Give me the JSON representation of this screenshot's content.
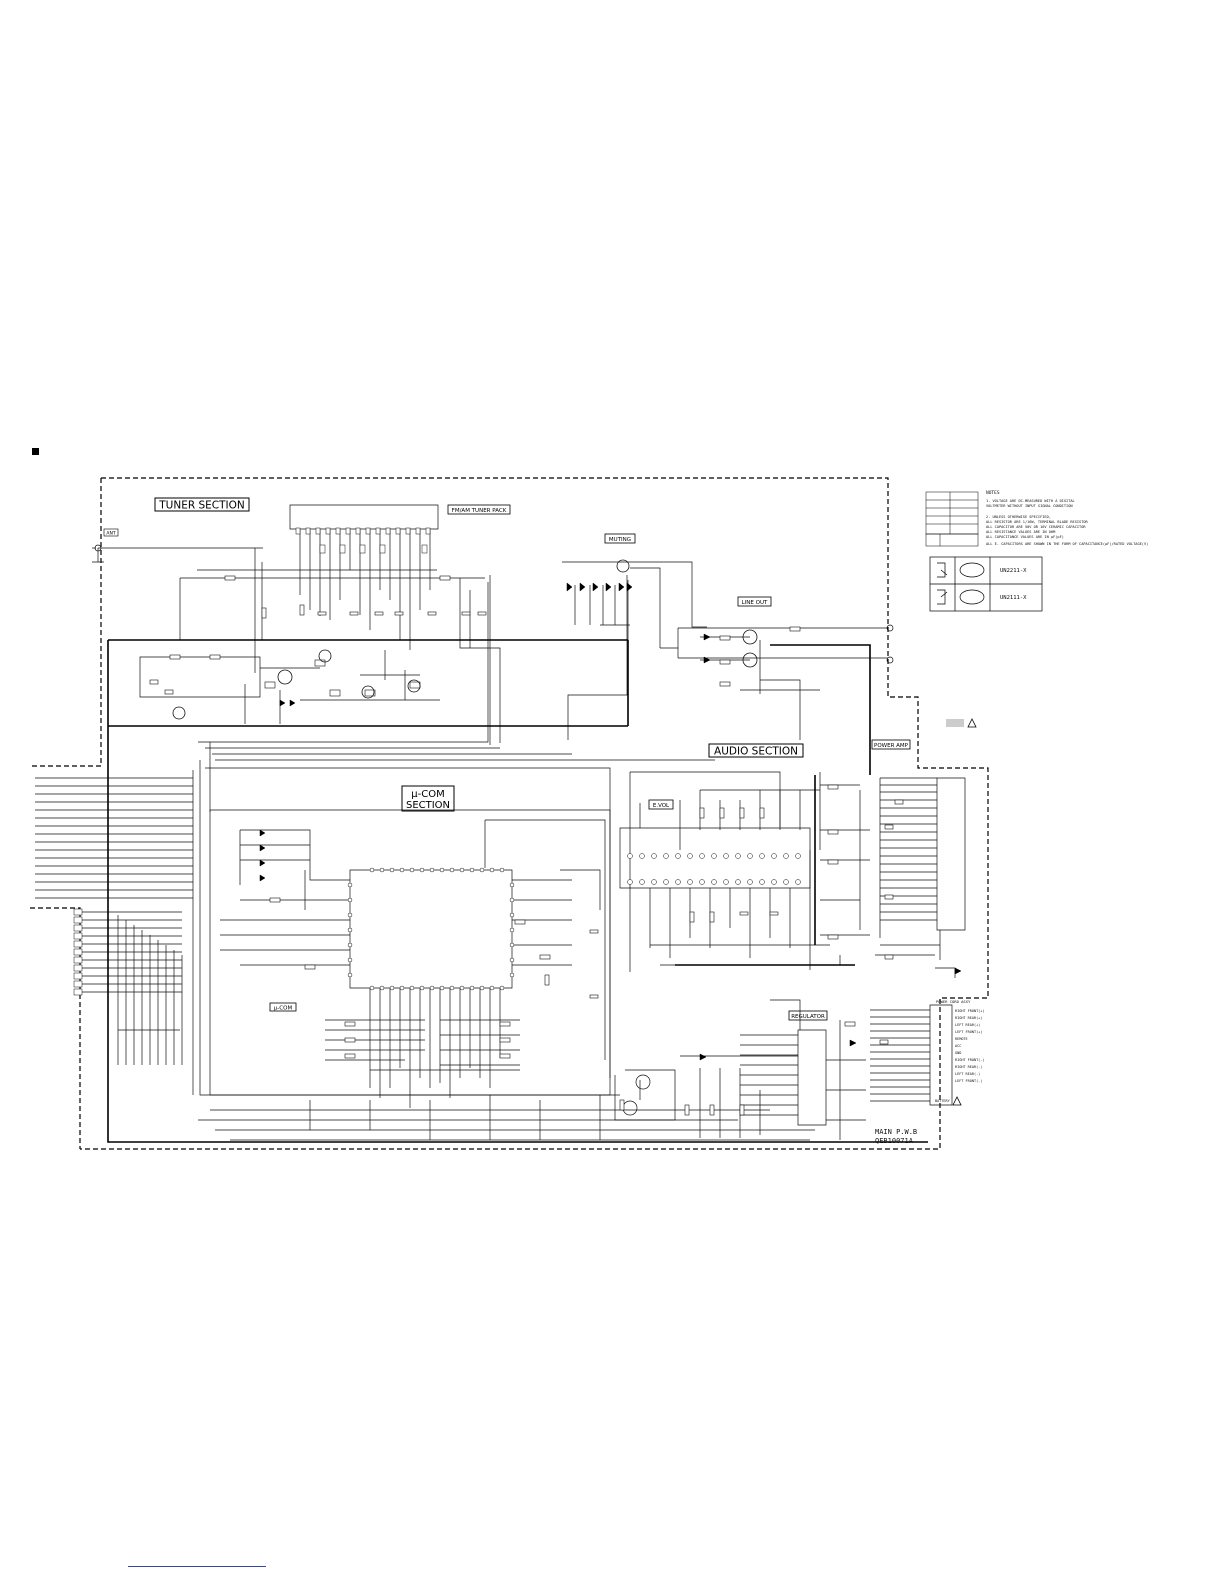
{
  "sections": {
    "tuner": "TUNER SECTION",
    "tuner_pack": "FM/AM TUNER PACK",
    "muting": "MUTING",
    "line_out": "LINE OUT",
    "audio": "AUDIO SECTION",
    "power_amp": "POWER AMP",
    "ucom_line1": "μ-COM",
    "ucom_line2": "SECTION",
    "evol": "E.VOL",
    "ucom_small": "μ-COM",
    "regulator": "REGULATOR",
    "ant": "ANT"
  },
  "notes": {
    "title": "NOTES",
    "lines": [
      "1. VOLTAGE ARE DC-MEASURED WITH A DIGITAL",
      "   VOLTMETER WITHOUT INPUT SIGNAL CONDITION",
      "2. UNLESS OTHERWISE SPECIFIED,",
      "   ALL RESISTOR ARE 1/16W, TERMINAL BLADE RESISTOR",
      "   ALL CAPACITOR ARE 50V OR 16V CERAMIC CAPACITOR",
      "   ALL RESISTANCE VALUES ARE IN OHM",
      "   ALL CAPACITANCE VALUES ARE IN μF(pF)",
      "   ALL E. CAPACITORS ARE SHOWN IN THE FORM OF CAPACITANCE(μF)/RATED VOLTAGE(V)"
    ]
  },
  "transistors": {
    "type_a": "UN2211-X",
    "type_b": "UN2111-X"
  },
  "power_cord": {
    "title": "POWER CORD ASSY",
    "pins": [
      "RIGHT FRONT(+)",
      "RIGHT REAR(+)",
      "LEFT REAR(+)",
      "LEFT FRONT(+)",
      "REMOTE",
      "",
      "",
      "",
      "",
      "",
      "ACC",
      "GND",
      "RIGHT FRONT(-)",
      "RIGHT REAR(-)",
      "LEFT REAR(-)",
      "LEFT FRONT(-)"
    ],
    "battery": "BATTERY"
  },
  "board": {
    "line1": "MAIN P.W.B",
    "line2": "QEB10071A"
  },
  "colors": {
    "line": "#111111",
    "dim": "#666666",
    "shade": "#cccccc"
  }
}
